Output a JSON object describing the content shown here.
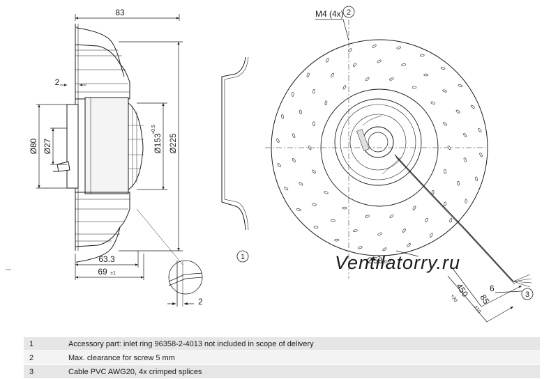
{
  "dimensions": {
    "width_83": "83",
    "gap_2_top": "2",
    "dia_80": "Ø80",
    "dia_27": "Ø27",
    "dia_153": "Ø153",
    "dia_153_tol": "+0.5",
    "dia_225": "Ø225",
    "len_63_3": "63.3",
    "len_69": "69",
    "len_69_tol": "±1",
    "gap_2_detail": "2",
    "thread_m4": "M4 (4x)",
    "dia_58": "Ø58",
    "dia_58_tol": "±0.2",
    "cable_6": "6",
    "cable_85": "85",
    "cable_85_tol": "±10",
    "cable_450": "450",
    "cable_450_tol": "+20"
  },
  "callouts": {
    "c1": "1",
    "c2": "2",
    "c3": "3"
  },
  "watermark": "Ventilatorry.ru",
  "notes": [
    {
      "num": "1",
      "text": "Accessory part: inlet ring 96358-2-4013 not included in scope of delivery"
    },
    {
      "num": "2",
      "text": "Max. clearance for screw 5 mm"
    },
    {
      "num": "3",
      "text": "Cable PVC AWG20, 4x crimped splices"
    }
  ]
}
